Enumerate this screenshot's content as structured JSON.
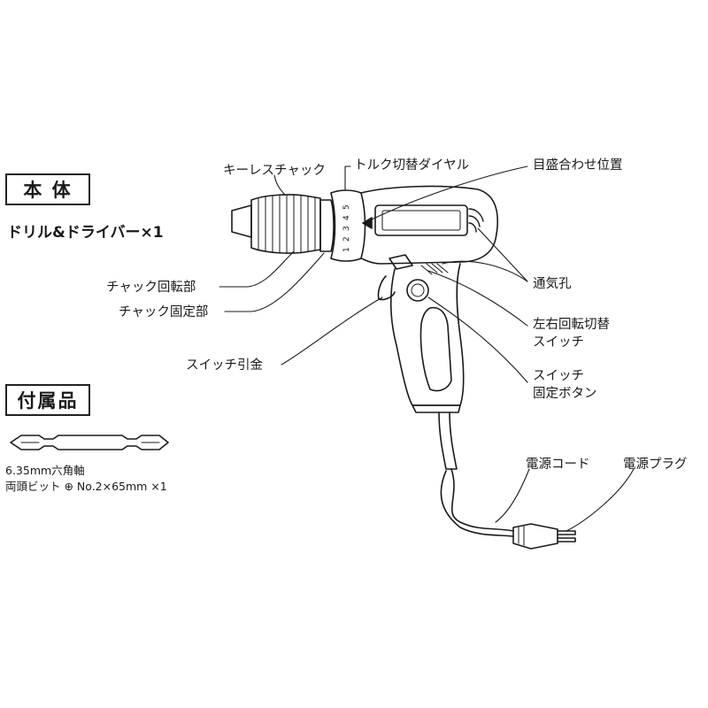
{
  "sections": {
    "main_title": "本 体",
    "main_item": "ドリル&ドライバー×1",
    "accessories_title": "付属品",
    "accessory_line1": "6.35mm六角軸",
    "accessory_line2": "両頭ビット ⊕ No.2×65mm ×1"
  },
  "callouts": {
    "keyless_chuck": "キーレスチャック",
    "torque_dial": "トルク切替ダイヤル",
    "scale_position": "目盛合わせ位置",
    "chuck_rotating": "チャック回転部",
    "chuck_fixed": "チャック固定部",
    "vents": "通気孔",
    "direction_switch_1": "左右回転切替",
    "direction_switch_2": "スイッチ",
    "trigger": "スイッチ引金",
    "lock_button_1": "スイッチ",
    "lock_button_2": "固定ボタン",
    "power_cord": "電源コード",
    "power_plug": "電源プラグ"
  },
  "dial_numbers": [
    "1",
    "2",
    "3",
    "4",
    "5"
  ]
}
